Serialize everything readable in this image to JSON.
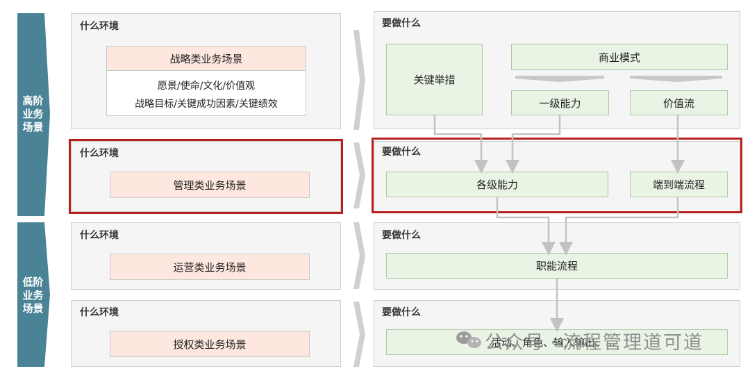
{
  "bands": {
    "high": "高阶\n业务\n场景",
    "low": "低阶\n业务\n场景"
  },
  "panel_titles": {
    "env": "什么环境",
    "todo": "要做什么"
  },
  "left": {
    "strategy_scene": "战略类业务场景",
    "strategy_lines": [
      "愿景/使命/文化/价值观",
      "战略目标/关键成功因素/关键绩效"
    ],
    "mgmt_scene": "管理类业务场景",
    "ops_scene": "运营类业务场景",
    "auth_scene": "授权类业务场景"
  },
  "right": {
    "key_measures": "关键举措",
    "business_model": "商业模式",
    "level1_capability": "一级能力",
    "value_stream": "价值流",
    "capabilities": "各级能力",
    "e2e_process": "端到端流程",
    "function_process": "职能流程",
    "activities": "活动、角色、输入输出、..."
  },
  "watermark": {
    "prefix": "公众号",
    "sep": "·",
    "name": "流程管理道可道"
  },
  "colors": {
    "band": "#4a8296",
    "red_frame": "#b81f1f",
    "pink_fill": "#fde7de",
    "green_fill": "#e9f4e5",
    "arrow": "#c6c6c6"
  }
}
